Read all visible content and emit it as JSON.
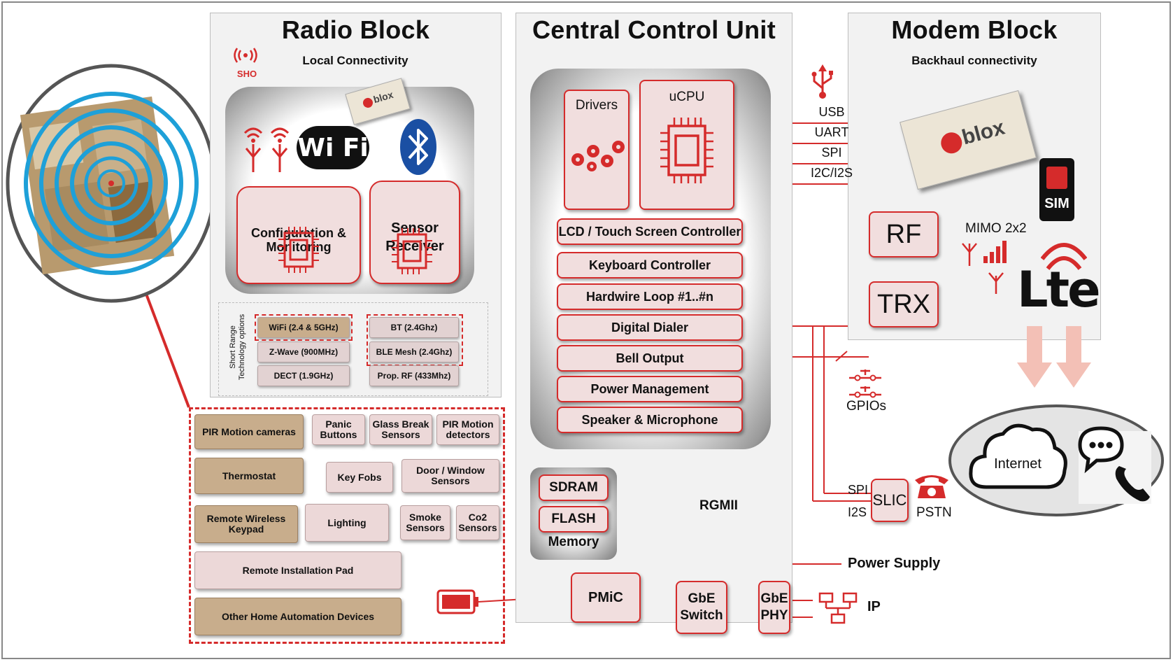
{
  "radio_block": {
    "title": "Radio Block",
    "subtitle": "Local Connectivity",
    "sho_label": "SHO",
    "ublox_label": "blox",
    "wifi_label": "Wi Fi",
    "config_label_1": "Configuration &",
    "config_label_2": "Monitoring",
    "sensor_label_1": "Sensor",
    "sensor_label_2": "Receiver",
    "options_label_1": "Short Range",
    "options_label_2": "Technology options",
    "options_left": [
      "WiFi (2.4 & 5GHz)",
      "Z-Wave (900MHz)",
      "DECT (1.9GHz)"
    ],
    "options_right": [
      "BT (2.4Ghz)",
      "BLE Mesh (2.4Ghz)",
      "Prop. RF (433Mhz)"
    ]
  },
  "ccu": {
    "title": "Central Control Unit",
    "drivers": "Drivers",
    "ucpu": "uCPU",
    "controllers": [
      "LCD / Touch Screen Controller",
      "Keyboard Controller",
      "Hardwire Loop #1..#n",
      "Digital Dialer",
      "Bell Output",
      "Power Management",
      "Speaker & Microphone"
    ],
    "sdram": "SDRAM",
    "flash": "FLASH",
    "memory": "Memory",
    "rgmii": "RGMII",
    "pmic": "PMiC",
    "gbe_switch_1": "GbE",
    "gbe_switch_2": "Switch",
    "gbe_phy_1": "GbE",
    "gbe_phy_2": "PHY"
  },
  "modem_block": {
    "title": "Modem Block",
    "subtitle": "Backhaul connectivity",
    "interfaces": [
      "USB",
      "UART",
      "SPI",
      "I2C/I2S"
    ],
    "ublox_label": "blox",
    "sim": "SIM",
    "rf": "RF",
    "trx": "TRX",
    "mimo": "MIMO 2x2",
    "lte": "Lte"
  },
  "misc": {
    "gpios": "GPIOs",
    "spi": "SPI",
    "i2s": "I2S",
    "slic": "SLIC",
    "pstn": "PSTN",
    "power_supply": "Power Supply",
    "ip": "IP",
    "internet": "Internet"
  },
  "devices": {
    "pir_cameras": "PIR Motion cameras",
    "panic": "Panic Buttons",
    "glass": "Glass Break Sensors",
    "pir_detectors": "PIR Motion detectors",
    "thermostat": "Thermostat",
    "key_fobs": "Key Fobs",
    "door_window": "Door / Window Sensors",
    "remote_keypad": "Remote Wireless Keypad",
    "lighting": "Lighting",
    "smoke": "Smoke Sensors",
    "co2": "Co2 Sensors",
    "install_pad": "Remote Installation Pad",
    "other": "Other Home Automation Devices"
  },
  "colors": {
    "accent_red": "#d52b2b",
    "ring_blue": "#1ea0d8",
    "tan": "#c8ad8c",
    "panel": "#f2f2f2"
  }
}
